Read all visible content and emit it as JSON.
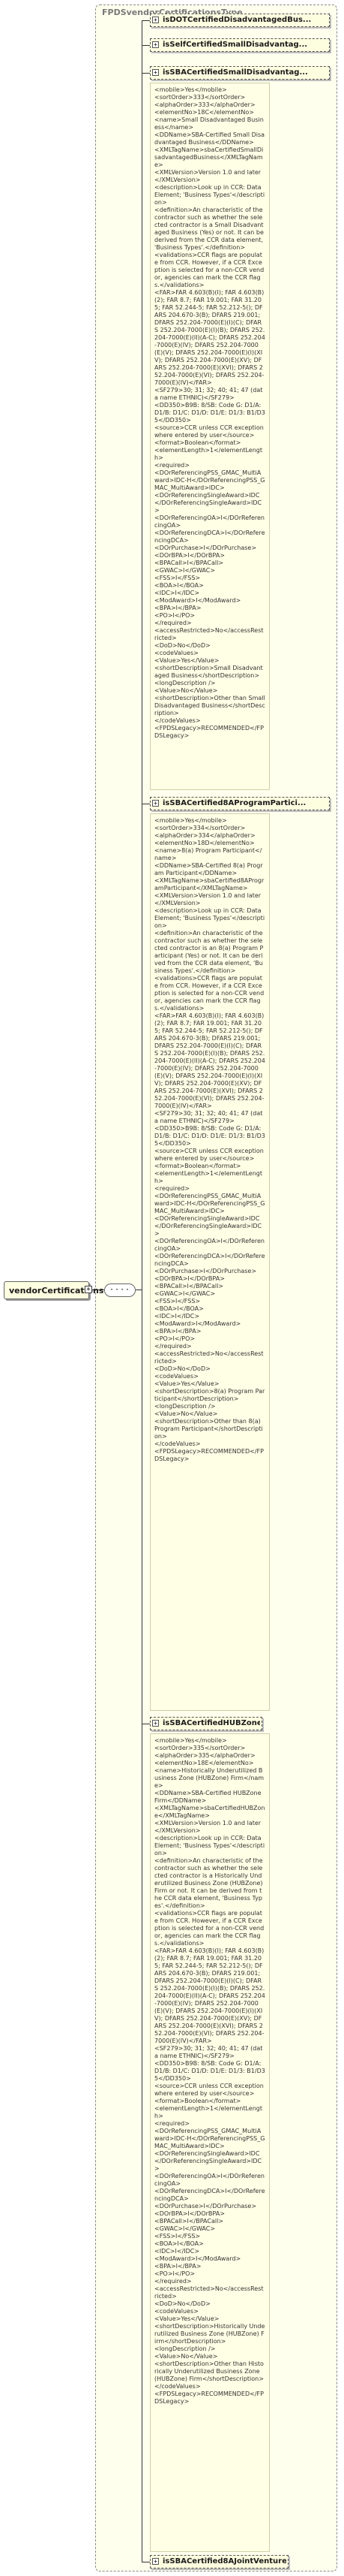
{
  "type_title": "FPDSvendorCertificationsType",
  "root": {
    "label": "vendorCertifications",
    "expand_glyph": "+"
  },
  "sequence": {
    "glyph": "····"
  },
  "elements": [
    {
      "label": "isDOTCertifiedDisadvantagedBus..."
    },
    {
      "label": "isSelfCertifiedSmallDisadvantag..."
    },
    {
      "label": "isSBACertifiedSmallDisadvantag..."
    },
    {
      "label": "isSBACertified8AProgramPartici..."
    },
    {
      "label": "isSBACertifiedHUBZone"
    },
    {
      "label": "isSBACertified8AJointVenture"
    }
  ],
  "annotations": [
    "<mobile>Yes</mobile>\n<sortOrder>333</sortOrder>\n<alphaOrder>333</alphaOrder>\n<elementNo>18C</elementNo>\n<name>Small Disadvantaged Business</name>\n<DDName>SBA-Certified Small Disadvantaged Business</DDName>\n<XMLTagName>sbaCertifiedSmallDisadvantagedBusiness</XMLTagName>\n<XMLVersion>Version 1.0 and later</XMLVersion>\n<description>Look up in CCR: Data Element; 'Business Types'</description>\n<definition>An characteristic of the contractor such as whether the selected contractor is a Small Disadvantaged Business (Yes) or not. It can be derived from the CCR data element, 'Business Types'.</definition>\n<validations>CCR flags are populate from CCR. However, if a CCR Exception is selected for a non-CCR vendor, agencies can mark the CCR flags.</validations>\n<FAR>FAR 4.603(B)(I); FAR 4.603(B)(2); FAR 8.7; FAR 19.001; FAR 31.205; FAR 52.244-5; FAR 52.212-5(); DFARS 204.670-3(B); DFARS 219.001; DFARS 252.204-7000(E)(I)(C); DFARS 252.204-7000(E)(I)(B); DFARS 252.204-7000(E)(II)(A-C); DFARS 252.204-7000(E)(IV); DFARS 252.204-7000(E)(V); DFARS 252.204-7000(E)(I)(XIV); DFARS 252.204-7000(E)(XV); DFARS 252.204-7000(E)(XVI); DFARS 252.204-7000(E)(VI); DFARS 252.204-7000(E)(IV)</FAR>\n<SF279>30; 31; 32; 40; 41; 47 (data name ETHNIC)</SF279>\n<DD350>B9B: 8/SB: Code G: D1/A: D1/B: D1/C: D1/D: D1/E: D1/3: B1/D35</DD350>\n<source>CCR unless CCR exception where entered by user</source>\n<format>Boolean</format>\n<elementLength>1</elementLength>\n<required>\n<DOrReferencingPSS_GMAC_MultiAward>IDC-H</DOrReferencingPSS_GMAC_MultiAward>IDC>\n<DOrReferencingSingleAward>IDC</DOrReferencingSingleAward>IDC>\n<DOrReferencingOA>I</DOrReferencingOA>\n<DOrReferencingDCA>I</DOrReferencingDCA>\n<DOrPurchase>I</DOrPurchase>\n<DOrBPA>I</DOrBPA>\n<BPACall>I</BPACall>\n<GWAC>I</GWAC>\n<FSS>I</FSS>\n<BOA>I</BOA>\n<IDC>I</IDC>\n<ModAward>I</ModAward>\n<BPA>I</BPA>\n<PO>I</PO>\n</required>\n<accessRestricted>No</accessRestricted>\n<DoD>No</DoD>\n<codeValues>\n<Value>Yes</Value>\n<shortDescription>Small Disadvantaged Business</shortDescription>\n<longDescription />\n<Value>No</Value>\n<shortDescription>Other than Small Disadvantaged Business</shortDescription>\n</codeValues>\n<FPDSLegacy>RECOMMENDED</FPDSLegacy>",
    "<mobile>Yes</mobile>\n<sortOrder>334</sortOrder>\n<alphaOrder>334</alphaOrder>\n<elementNo>18D</elementNo>\n<name>8(a) Program Participant</name>\n<DDName>SBA-Certified 8(a) Program Participant</DDName>\n<XMLTagName>sbaCertified8AProgramParticipant</XMLTagName>\n<XMLVersion>Version 1.0 and later</XMLVersion>\n<description>Look up in CCR: Data Element; 'Business Types'</description>\n<definition>An characteristic of the contractor such as whether the selected contractor is an 8(a) Program Participant (Yes) or not. It can be derived from the CCR data element, 'Business Types'.</definition>\n<validations>CCR flags are populate from CCR. However, if a CCR Exception is selected for a non-CCR vendor, agencies can mark the CCR flags.</validations>\n<FAR>FAR 4.603(B)(I); FAR 4.603(B)(2); FAR 8.7; FAR 19.001; FAR 31.205; FAR 52.244-5; FAR 52.212-5(); DFARS 204.670-3(B); DFARS 219.001; DFARS 252.204-7000(E)(I)(C); DFARS 252.204-7000(E)(I)(B); DFARS 252.204-7000(E)(II)(A-C); DFARS 252.204-7000(E)(IV); DFARS 252.204-7000(E)(V); DFARS 252.204-7000(E)(I)(XIV); DFARS 252.204-7000(E)(XV); DFARS 252.204-7000(E)(XVI); DFARS 252.204-7000(E)(VI); DFARS 252.204-7000(E)(IV)</FAR>\n<SF279>30; 31; 32; 40; 41; 47 (data name ETHNIC)</SF279>\n<DD350>B9B: 8/SB: Code G: D1/A: D1/B: D1/C: D1/D: D1/E: D1/3: B1/D35</DD350>\n<source>CCR unless CCR exception where entered by user</source>\n<format>Boolean</format>\n<elementLength>1</elementLength>\n<required>\n<DOrReferencingPSS_GMAC_MultiAward>IDC-H</DOrReferencingPSS_GMAC_MultiAward>IDC>\n<DOrReferencingSingleAward>IDC</DOrReferencingSingleAward>IDC>\n<DOrReferencingOA>I</DOrReferencingOA>\n<DOrReferencingDCA>I</DOrReferencingDCA>\n<DOrPurchase>I</DOrPurchase>\n<DOrBPA>I</DOrBPA>\n<BPACall>I</BPACall>\n<GWAC>I</GWAC>\n<FSS>I</FSS>\n<BOA>I</BOA>\n<IDC>I</IDC>\n<ModAward>I</ModAward>\n<BPA>I</BPA>\n<PO>I</PO>\n</required>\n<accessRestricted>No</accessRestricted>\n<DoD>No</DoD>\n<codeValues>\n<Value>Yes</Value>\n<shortDescription>8(a) Program Participant</shortDescription>\n<longDescription />\n<Value>No</Value>\n<shortDescription>Other than 8(a) Program Participant</shortDescription>\n</codeValues>\n<FPDSLegacy>RECOMMENDED</FPDSLegacy>",
    "<mobile>Yes</mobile>\n<sortOrder>335</sortOrder>\n<alphaOrder>335</alphaOrder>\n<elementNo>18E</elementNo>\n<name>Historically Underutilized Business Zone (HUBZone) Firm</name>\n<DDName>SBA-Certified HUBZone Firm</DDName>\n<XMLTagName>sbaCertifiedHUBZone</XMLTagName>\n<XMLVersion>Version 1.0 and later</XMLVersion>\n<description>Look up in CCR: Data Element; 'Business Types'</description>\n<definition>An characteristic of the contractor such as whether the selected contractor is a Historically Underutilized Business Zone (HUBZone) Firm or not. It can be derived from the CCR data element, 'Business Types'.</definition>\n<validations>CCR flags are populate from CCR. However, if a CCR Exception is selected for a non-CCR vendor, agencies can mark the CCR flags.</validations>\n<FAR>FAR 4.603(B)(I); FAR 4.603(B)(2); FAR 8.7; FAR 19.001; FAR 31.205; FAR 52.244-5; FAR 52.212-5(); DFARS 204.670-3(B); DFARS 219.001; DFARS 252.204-7000(E)(I)(C); DFARS 252.204-7000(E)(I)(B); DFARS 252.204-7000(E)(II)(A-C); DFARS 252.204-7000(E)(IV); DFARS 252.204-7000(E)(V); DFARS 252.204-7000(E)(I)(XIV); DFARS 252.204-7000(E)(XV); DFARS 252.204-7000(E)(XVI); DFARS 252.204-7000(E)(VI); DFARS 252.204-7000(E)(IV)</FAR>\n<SF279>30; 31; 32; 40; 41; 47 (data name ETHNIC)</SF279>\n<DD350>B9B: 8/SB: Code G: D1/A: D1/B: D1/C: D1/D: D1/E: D1/3: B1/D35</DD350>\n<source>CCR unless CCR exception where entered by user</source>\n<format>Boolean</format>\n<elementLength>1</elementLength>\n<required>\n<DOrReferencingPSS_GMAC_MultiAward>IDC-H</DOrReferencingPSS_GMAC_MultiAward>IDC>\n<DOrReferencingSingleAward>IDC</DOrReferencingSingleAward>IDC>\n<DOrReferencingOA>I</DOrReferencingOA>\n<DOrReferencingDCA>I</DOrReferencingDCA>\n<DOrPurchase>I</DOrPurchase>\n<DOrBPA>I</DOrBPA>\n<BPACall>I</BPACall>\n<GWAC>I</GWAC>\n<FSS>I</FSS>\n<BOA>I</BOA>\n<IDC>I</IDC>\n<ModAward>I</ModAward>\n<BPA>I</BPA>\n<PO>I</PO>\n</required>\n<accessRestricted>No</accessRestricted>\n<DoD>No</DoD>\n<codeValues>\n<Value>Yes</Value>\n<shortDescription>Historically Underutilized Business Zone (HUBZone) Firm</shortDescription>\n<longDescription />\n<Value>No</Value>\n<shortDescription>Other than Historically Underutilized Business Zone (HUBZone) Firm</shortDescription>\n</codeValues>\n<FPDSLegacy>RECOMMENDED</FPDSLegacy>"
  ]
}
